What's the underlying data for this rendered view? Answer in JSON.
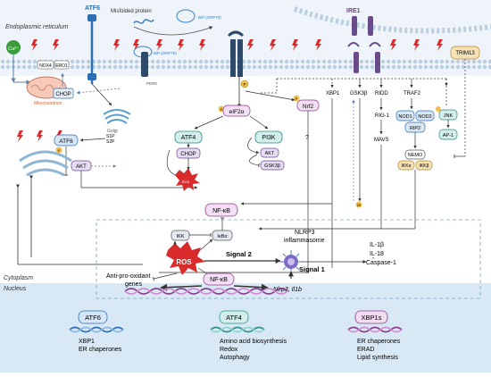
{
  "regions": {
    "er": "Endoplasmic reticulum",
    "cytoplasm": "Cytoplasm",
    "nucleus": "Nucleus",
    "mito": "Mitochondrion",
    "golgi": "Golgi"
  },
  "labels": {
    "misfolded": "Misfolded protein",
    "bip1": "BiP (GRP78)",
    "bip2": "BiP (GRP78)",
    "ca": "Ca²⁺",
    "atf6_er": "ATF6",
    "nox4": "NOX4",
    "ero1": "ERO1",
    "chop_er": "CHOP",
    "perk": "PERK",
    "ire1": "IRE1",
    "trim13": "TRIM13",
    "s1p": "S1P",
    "s2p": "S2P",
    "atf6_cyt": "ATF6",
    "akt1": "AKT",
    "eif2a": "eIF2α",
    "atf4": "ATF4",
    "chop2": "CHOP",
    "pi3k": "PI3K",
    "akt2": "AKT",
    "gsk3b2": "GSK3β",
    "ros_small": "ROS",
    "nrf2": "Nrf2",
    "xbp1": "XBP1",
    "gsk3b": "GSK3β",
    "s9": "S9",
    "qmark": "?",
    "ridd": "RIDD",
    "traf2": "TRAF2",
    "rig1": "RIG-1",
    "mavs": "MAVS",
    "nod1": "NOD1",
    "nod2": "NOD2",
    "rip2": "RIP2",
    "nemo": "NEMO",
    "ikka": "IKKα",
    "ikkb": "IKKβ",
    "jnk": "JNK",
    "ap1": "AP-1",
    "p": "P",
    "nfkb": "NF-κB",
    "ikk": "IKK",
    "ikba": "IκBα",
    "nlrp3a": "NLRP3",
    "nlrp3b": "inflammasome",
    "signal2": "Signal 2",
    "signal1": "Signal 1",
    "il1b": "IL-1β",
    "il18": "IL-18",
    "casp1": "Caspase-1",
    "ros_big": "ROS",
    "antiox1": "Anti-pro-oxidant",
    "antiox2": "genes",
    "nfkb_nuc": "NF-κB",
    "nlrp3_gene": "Nlrp3, Il1b"
  },
  "legend": [
    {
      "tf": "ATF6",
      "lines": [
        "XBP1",
        "ER chaperones"
      ],
      "color": "#2b6fb5",
      "fill": "#d6e6f7"
    },
    {
      "tf": "ATF4",
      "lines": [
        "Amino acid biosynthesis",
        "Redox",
        "Autophagy"
      ],
      "color": "#2e8f88",
      "fill": "#d3efec"
    },
    {
      "tf": "XBP1s",
      "lines": [
        "ER chaperones",
        "ERAD",
        "Lipid synthesis"
      ],
      "color": "#8a3e8c",
      "fill": "#f1dcf0"
    }
  ]
}
